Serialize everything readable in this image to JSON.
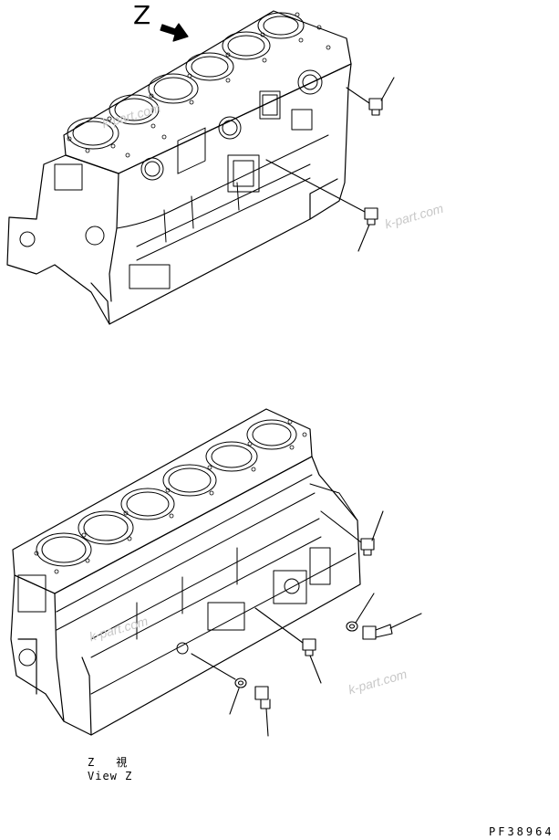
{
  "view_marker": "Z",
  "caption_jp": "Z　　視",
  "caption_en": "View Z",
  "drawing_code": "PF38964",
  "watermarks": [
    "k-part.com",
    "k-part.com",
    "k-part.com",
    "k-part.com"
  ]
}
